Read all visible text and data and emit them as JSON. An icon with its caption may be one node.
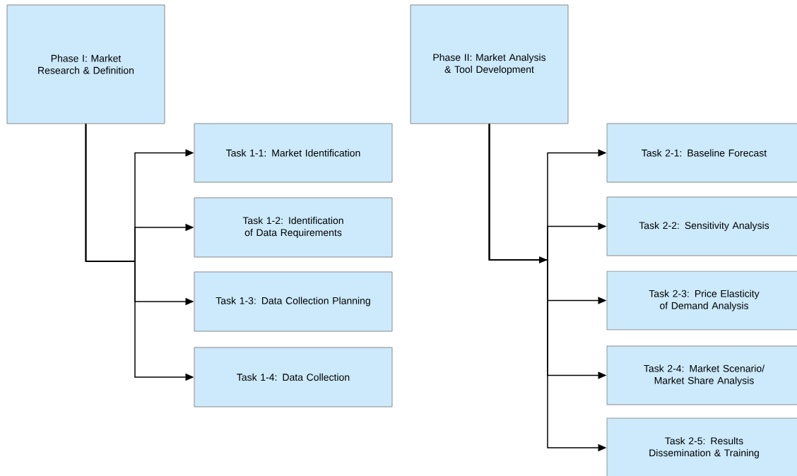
{
  "diagram": {
    "nodes": [
      {
        "text": [
          "Phase I: Market Research & Definition"
        ]
      },
      {
        "text": [
          "Task 1-1: Market Identification"
        ]
      },
      {
        "text": [
          "Task 1-2: Identification of Data Requirements"
        ]
      },
      {
        "text": [
          "Task 1-3: Data Collection Planning"
        ]
      },
      {
        "text": [
          "Task 1-4: Data Collection"
        ]
      },
      {
        "text": [
          "Phase II: Market Analysis & Tool Development"
        ]
      },
      {
        "text": [
          "Task 2-1: Baseline Forecast"
        ]
      },
      {
        "text": [
          "Task 2-2: Sensitivity Analysis"
        ]
      },
      {
        "text": [
          "Task 2-3: Price Elasticity of Demand Analysis"
        ]
      },
      {
        "text": [
          "Task 2-4: Market Scenario/ Market Share Analysis"
        ]
      },
      {
        "text": [
          "Task 2-5: Results Dissemination & Training"
        ]
      }
    ],
    "edges": [
      {
        "from": 0,
        "to": 1,
        "arrow": "to"
      },
      {
        "from": 0,
        "to": 2,
        "arrow": "to"
      },
      {
        "from": 0,
        "to": 3,
        "arrow": "to"
      },
      {
        "from": 0,
        "to": 4,
        "arrow": "to"
      },
      {
        "from": 5,
        "to": 6,
        "arrow": "to"
      },
      {
        "from": 5,
        "to": 7,
        "arrow": "to"
      },
      {
        "from": 5,
        "to": 8,
        "arrow": "to"
      },
      {
        "from": 5,
        "to": 9,
        "arrow": "to"
      },
      {
        "from": 5,
        "to": 10,
        "arrow": "to"
      }
    ]
  }
}
